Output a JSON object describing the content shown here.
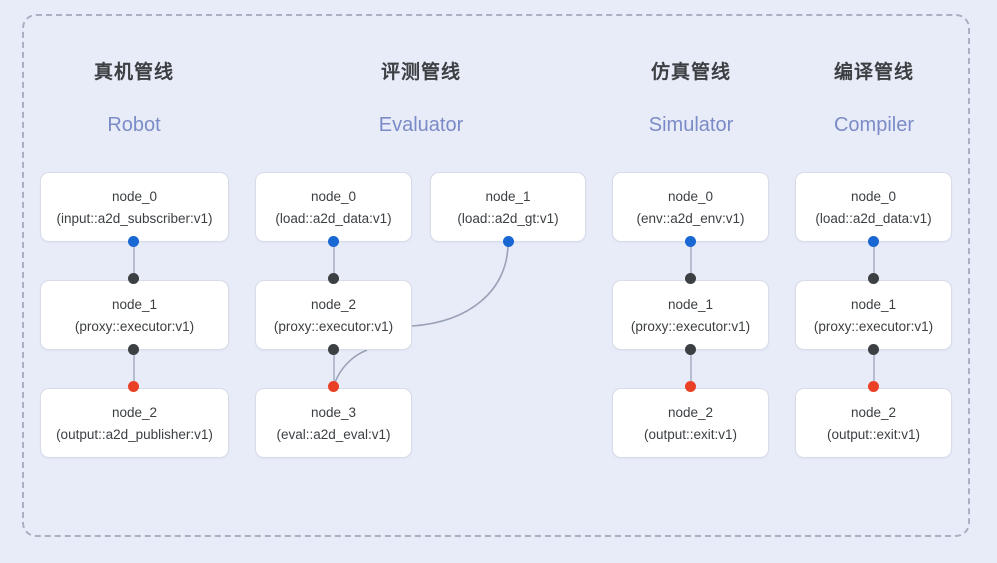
{
  "diagram": {
    "background_color": "#e8ecf8",
    "frame_border_color": "#a9b0c4",
    "accent_color": "#7b8bc7",
    "dot_colors": {
      "input": "#1967d2",
      "middle": "#3c4043",
      "output": "#ea4026"
    },
    "columns": [
      {
        "id": "robot",
        "title_cn": "真机管线",
        "title_en": "Robot",
        "nodes": [
          {
            "name": "node_0",
            "type": "(input::a2d_subscriber:v1)"
          },
          {
            "name": "node_1",
            "type": "(proxy::executor:v1)"
          },
          {
            "name": "node_2",
            "type": "(output::a2d_publisher:v1)"
          }
        ]
      },
      {
        "id": "evaluator",
        "title_cn": "评测管线",
        "title_en": "Evaluator",
        "nodes": [
          {
            "name": "node_0",
            "type": "(load::a2d_data:v1)"
          },
          {
            "name": "node_1",
            "type": "(load::a2d_gt:v1)"
          },
          {
            "name": "node_2",
            "type": "(proxy::executor:v1)"
          },
          {
            "name": "node_3",
            "type": "(eval::a2d_eval:v1)"
          }
        ]
      },
      {
        "id": "simulator",
        "title_cn": "仿真管线",
        "title_en": "Simulator",
        "nodes": [
          {
            "name": "node_0",
            "type": "(env::a2d_env:v1)"
          },
          {
            "name": "node_1",
            "type": "(proxy::executor:v1)"
          },
          {
            "name": "node_2",
            "type": "(output::exit:v1)"
          }
        ]
      },
      {
        "id": "compiler",
        "title_cn": "编译管线",
        "title_en": "Compiler",
        "nodes": [
          {
            "name": "node_0",
            "type": "(load::a2d_data:v1)"
          },
          {
            "name": "node_1",
            "type": "(proxy::executor:v1)"
          },
          {
            "name": "node_2",
            "type": "(output::exit:v1)"
          }
        ]
      }
    ]
  }
}
